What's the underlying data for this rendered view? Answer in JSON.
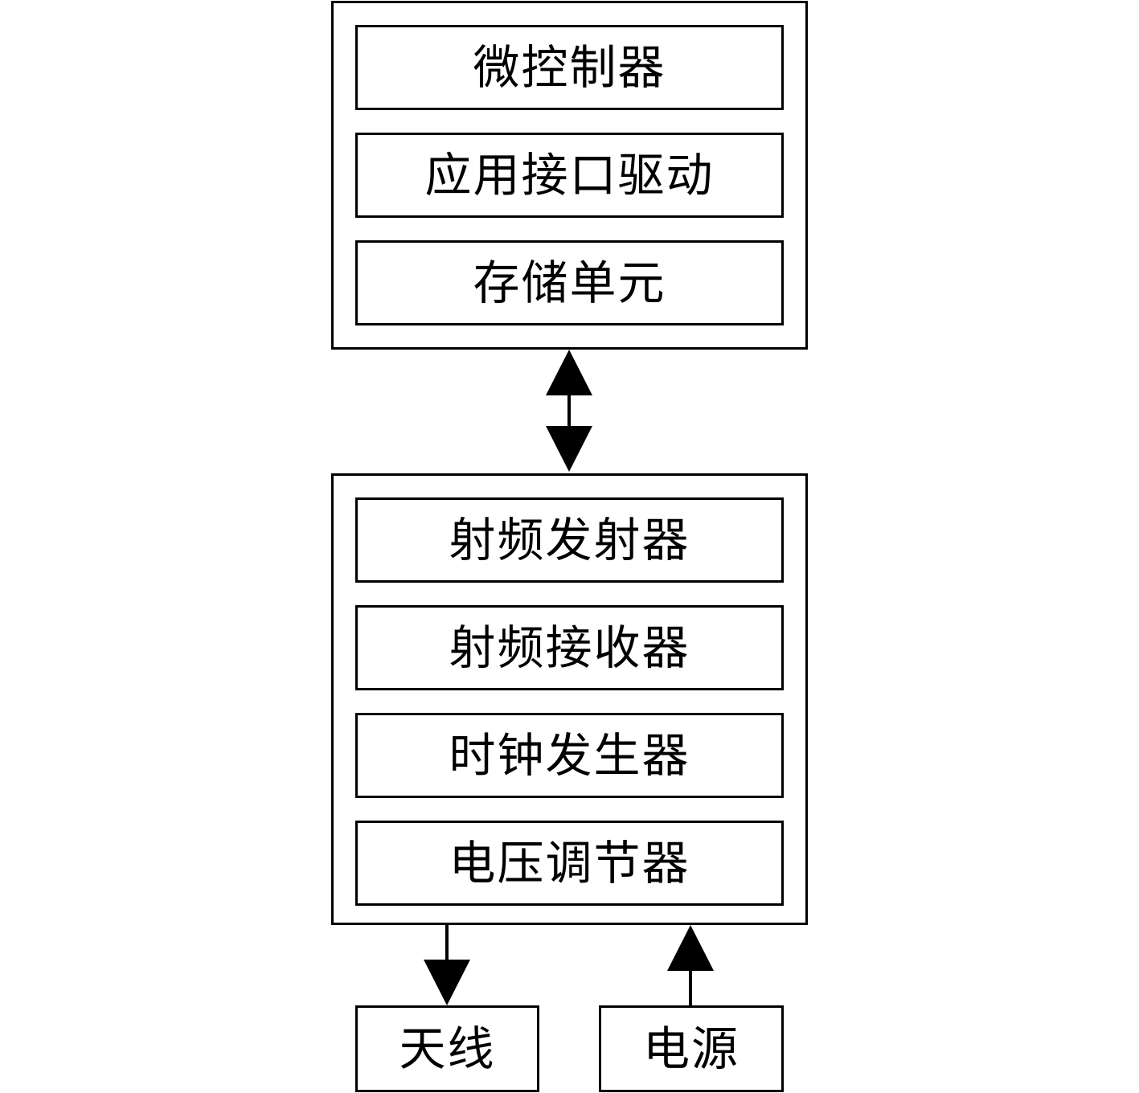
{
  "upper_module": {
    "blocks": [
      {
        "label": "微控制器"
      },
      {
        "label": "应用接口驱动"
      },
      {
        "label": "存储单元"
      }
    ]
  },
  "lower_module": {
    "blocks": [
      {
        "label": "射频发射器"
      },
      {
        "label": "射频接收器"
      },
      {
        "label": "时钟发生器"
      },
      {
        "label": "电压调节器"
      }
    ]
  },
  "external": {
    "antenna": {
      "label": "天线"
    },
    "power": {
      "label": "电源"
    }
  },
  "connections": [
    {
      "from": "upper_module",
      "to": "lower_module",
      "direction": "bidirectional"
    },
    {
      "from": "lower_module",
      "to": "antenna",
      "direction": "forward"
    },
    {
      "from": "power",
      "to": "lower_module",
      "direction": "forward"
    }
  ],
  "colors": {
    "stroke": "#000000",
    "background": "#ffffff"
  }
}
